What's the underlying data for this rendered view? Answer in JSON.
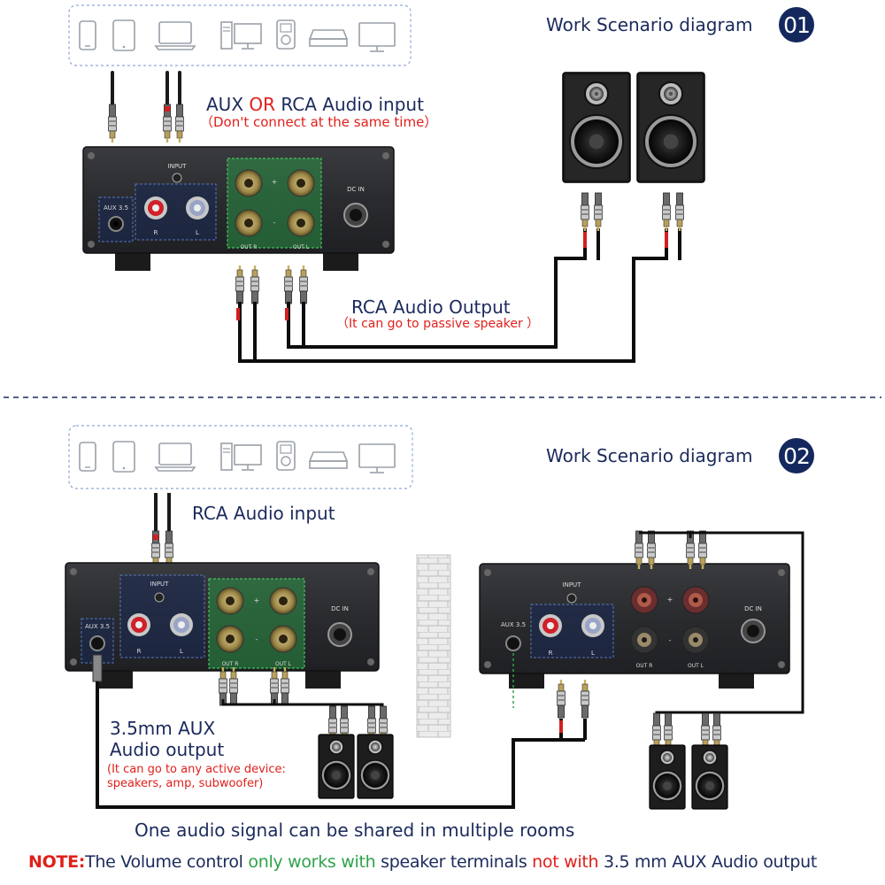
{
  "scenario1": {
    "title": "Work Scenario diagram",
    "number": "01",
    "input_aux": "AUX",
    "input_or": "OR",
    "input_rca": "RCA Audio input",
    "input_note": "（Don't connect at the same time）",
    "output_title": "RCA Audio Output",
    "output_note": "（It can go to passive speaker ）"
  },
  "scenario2": {
    "title": "Work Scenario diagram",
    "number": "02",
    "input_label": "RCA Audio input",
    "aux_line1": "3.5mm AUX",
    "aux_line2": "Audio output",
    "aux_note1": "(It can go to any active device:",
    "aux_note2": "speakers, amp, subwoofer)",
    "shared": "One audio signal can be shared in multiple rooms"
  },
  "amp_labels": {
    "input": "INPUT",
    "aux": "AUX 3.5",
    "r": "R",
    "l": "L",
    "plus": "+",
    "minus": "-",
    "out_r": "OUT R",
    "out_l": "OUT L",
    "dc_in": "DC IN"
  },
  "note": {
    "label": "NOTE:",
    "part1": "The Volume control ",
    "part2": "only works with",
    "part3": " speaker terminals ",
    "part4": "not with",
    "part5": " 3.5 mm AUX Audio output"
  },
  "devices": [
    "phone-icon",
    "tablet-icon",
    "laptop-icon",
    "desktop-pc-icon",
    "mp3-player-icon",
    "set-top-box-icon",
    "monitor-icon"
  ],
  "colors": {
    "navy": "#1b2a5c",
    "red": "#e0201b",
    "green": "#2ea24a",
    "badge": "#14285e",
    "amp_body": "#2b2c2f",
    "source_box_border": "#8fa6d8"
  }
}
